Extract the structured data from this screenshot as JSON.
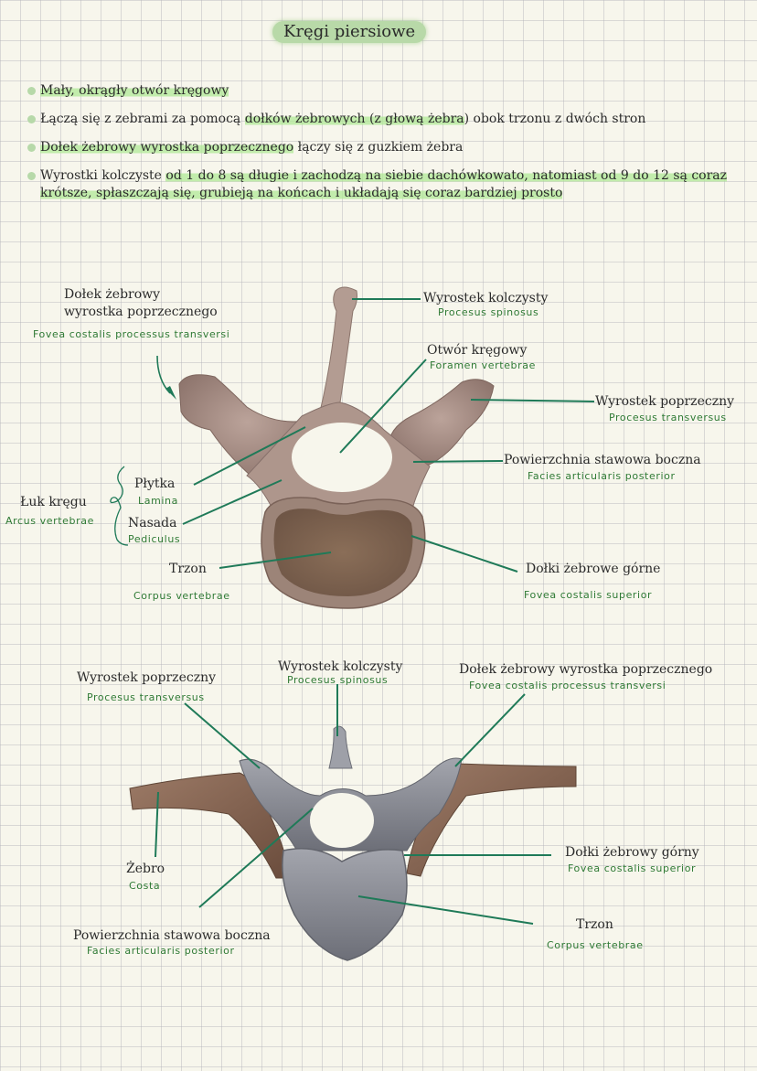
{
  "title": "Kręgi piersiowe",
  "bullets": [
    {
      "pre": "",
      "hl": "Mały, okrągły otwór kręgowy",
      "post": ""
    },
    {
      "pre": "Łączą się z zebrami za pomocą ",
      "hl": "dołków żebrowych (z głową żebra",
      "post": ") obok trzonu z dwóch stron"
    },
    {
      "pre": "",
      "hl": "Dołek żebrowy wyrostka poprzecznego",
      "post": " łączy się z guzkiem żebra"
    },
    {
      "pre": "Wyrostki kolczyste ",
      "hl": "od 1 do 8 są długie i zachodzą na siebie dachówkowato, natomiast od 9 do 12 są coraz krótsze, spłaszczają się, grubieją na końcach i układają się coraz bardziej prosto",
      "post": ""
    }
  ],
  "diagram_top": {
    "labels": [
      {
        "pl": "Dołek żebrowy",
        "pl2": "wyrostka poprzecznego",
        "la": "Fovea costalis processus transversi"
      },
      {
        "pl": "Wyrostek kolczysty",
        "la": "Procesus spinosus"
      },
      {
        "pl": "Otwór kręgowy",
        "la": "Foramen vertebrae"
      },
      {
        "pl": "Wyrostek poprzeczny",
        "la": "Procesus transversus"
      },
      {
        "pl": "Powierzchnia stawowa boczna",
        "la": "Facies articularis posterior"
      },
      {
        "pl": "Płytka",
        "la": "Lamina"
      },
      {
        "pl": "Nasada",
        "la": "Pediculus"
      },
      {
        "pl": "Łuk kręgu",
        "la": "Arcus vertebrae"
      },
      {
        "pl": "Trzon",
        "la": "Corpus vertebrae"
      },
      {
        "pl": "Dołki żebrowe górne",
        "la": "Fovea costalis superior"
      }
    ]
  },
  "diagram_bottom": {
    "labels": [
      {
        "pl": "Wyrostek poprzeczny",
        "la": "Procesus transversus"
      },
      {
        "pl": "Wyrostek kolczysty",
        "la": "Procesus spinosus"
      },
      {
        "pl": "Dołek żebrowy wyrostka poprzecznego",
        "la": "Fovea costalis processus transversi"
      },
      {
        "pl": "Żebro",
        "la": "Costa"
      },
      {
        "pl": "Dołki żebrowy górny",
        "la": "Fovea costalis superior"
      },
      {
        "pl": "Powierzchnia stawowa boczna",
        "la": "Facies articularis posterior"
      },
      {
        "pl": "Trzon",
        "la": "Corpus vertebrae"
      }
    ]
  },
  "colors": {
    "background": "#f7f6ec",
    "grid": "#c8c8cc",
    "highlight": "#b0e896",
    "leader_line": "#1f7a58",
    "latin_text": "#2f7a35",
    "bone_top": "#a89088",
    "bone_bottom": "#8a8c94",
    "rib": "#7a5a48"
  },
  "icons": {
    "arrow": "curved-arrow-icon",
    "brace": "curly-brace-icon"
  }
}
